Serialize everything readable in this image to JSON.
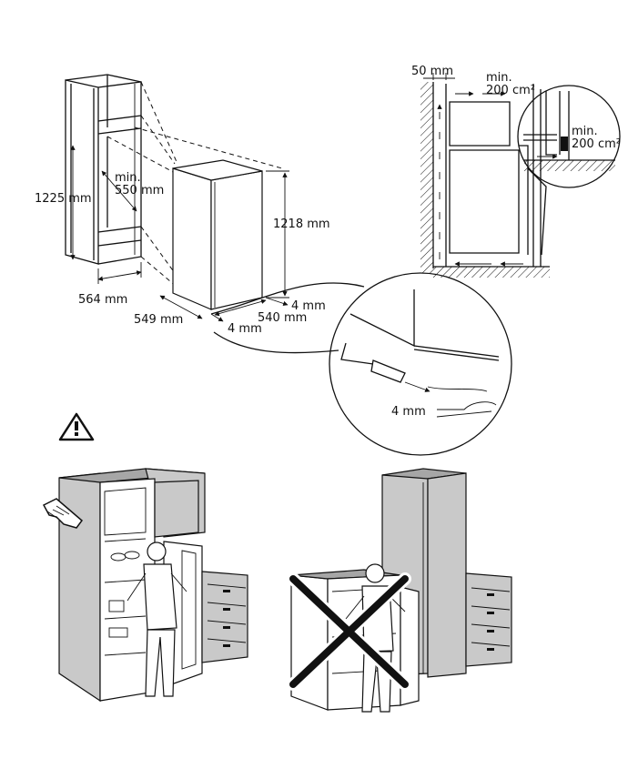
{
  "dimensions": {
    "niche_height": "1225 mm",
    "niche_min_depth_label": "min.",
    "niche_min_depth": "550 mm",
    "niche_width": "564 mm",
    "appliance_height": "1218 mm",
    "appliance_depth": "549 mm",
    "appliance_width": "540 mm",
    "side_gap": "4 mm",
    "bottom_gap": "4 mm",
    "detail_gap": "4 mm"
  },
  "ventilation": {
    "wall_gap": "50 mm",
    "top_min_label": "min.",
    "top_area": "200 cm²",
    "bottom_min_label": "min.",
    "bottom_area": "200 cm²"
  },
  "icons": {
    "warning": "warning-triangle-icon",
    "hand": "hand-pointer-icon",
    "prohibited": "cross-out-icon"
  }
}
